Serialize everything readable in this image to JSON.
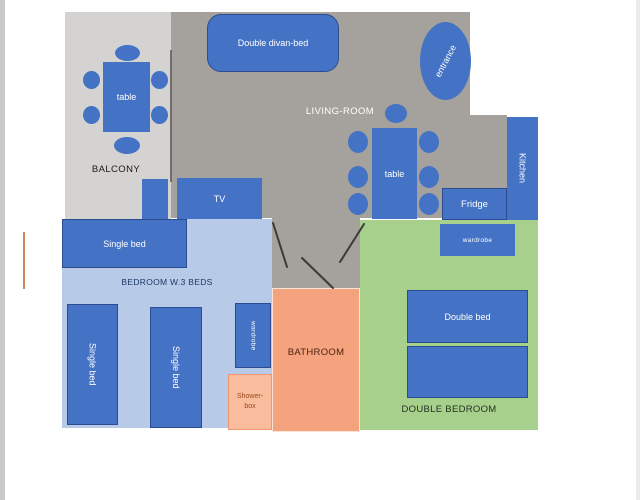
{
  "rooms": {
    "balcony": {
      "label": "BALCONY"
    },
    "living_room": {
      "label": "LIVING-ROOM"
    },
    "kitchen": {
      "label": "Kitchen"
    },
    "bathroom": {
      "label": "BATHROOM"
    },
    "bedroom_3_beds": {
      "label": "BEDROOM W.3 BEDS"
    },
    "double_bedroom": {
      "label": "DOUBLE BEDROOM"
    }
  },
  "furniture": {
    "double_divan_bed": {
      "label": "Double divan-bed"
    },
    "entrance": {
      "label": "entrance"
    },
    "balcony_table": {
      "label": "table"
    },
    "living_room_table": {
      "label": "table"
    },
    "tv": {
      "label": "TV"
    },
    "fridge": {
      "label": "Fridge"
    },
    "double_bedroom_wardrobe": {
      "label": "wardrobe"
    },
    "double_bed": {
      "label": "Double bed"
    },
    "single_bed_top": {
      "label": "Single bed"
    },
    "single_bed_left": {
      "label": "Single bed"
    },
    "single_bed_middle": {
      "label": "Single bed"
    },
    "bedroom_wardrobe": {
      "label": "wardrobe"
    },
    "shower_box": {
      "label": "Shower-box"
    }
  },
  "colors": {
    "furniture_blue": "#4472c4",
    "furniture_border_blue": "#2b4d8f",
    "bedroom_light_blue": "#b7cbe9",
    "double_bedroom_green": "#a7d08c",
    "bathroom_salmon": "#f5a27f",
    "shower_salmon": "#f9bc9d",
    "balcony_gray": "#d5d3d1",
    "living_room_gray": "#a5a19d"
  }
}
